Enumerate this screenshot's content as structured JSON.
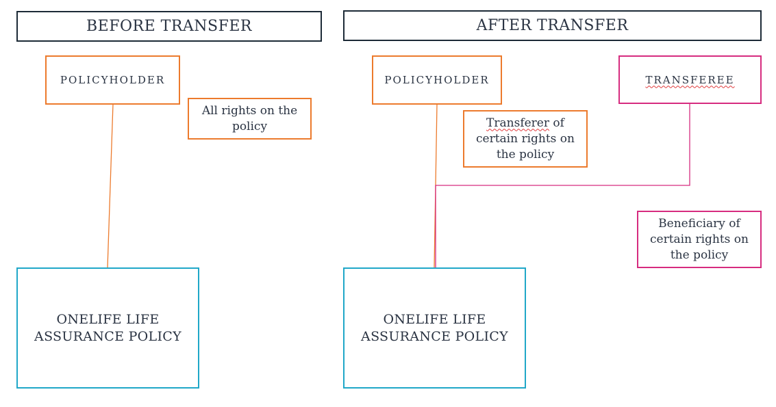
{
  "before": {
    "title": "BEFORE TRANSFER",
    "policyholder_label": "POLICYHOLDER",
    "rights_note": "All rights on the policy",
    "policy_label": "ONELIFE LIFE ASSURANCE POLICY"
  },
  "after": {
    "title": "AFTER TRANSFER",
    "policyholder_label": "POLICYHOLDER",
    "transferee_label": "TRANSFEREE",
    "transferer_note_word": "Transferer",
    "transferer_note_rest": " of certain rights on the policy",
    "beneficiary_note": "Beneficiary of certain rights on the policy",
    "policy_label": "ONELIFE LIFE ASSURANCE POLICY"
  },
  "colors": {
    "header_border": "#1c2a36",
    "policyholder": "#ec7a2c",
    "transferee": "#d62b7f",
    "policy": "#1fa7c8"
  }
}
